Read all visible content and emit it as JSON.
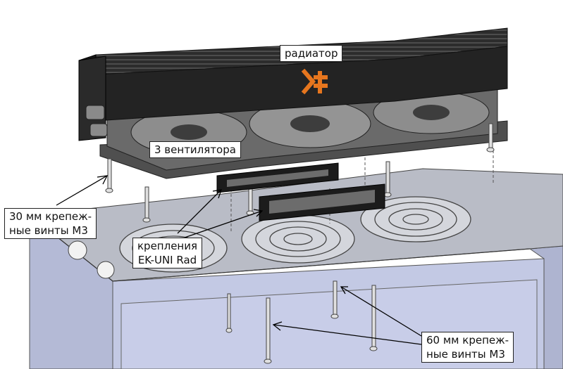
{
  "labels": {
    "radiator": "радиатор",
    "fans": "3 вентилятора",
    "mounts_line1": "крепления",
    "mounts_line2": "EK-UNI Rad",
    "screws30_line1": "30 мм крепеж-",
    "screws30_line2": "ные винты М3",
    "screws60_line1": "60 мм крепеж-",
    "screws60_line2": "ные винты М3"
  },
  "logo": "orange-chevron-logo",
  "colors": {
    "radiator_body": "#222222",
    "fins": "#2e2e2e",
    "logo": "#e6761e",
    "case_top": "#b9bcc6",
    "case_front": "#c3c9e4",
    "case_side": "#aeb4d0",
    "fan_frame": "#5d5d5d",
    "bracket": "#1c1c1c"
  }
}
